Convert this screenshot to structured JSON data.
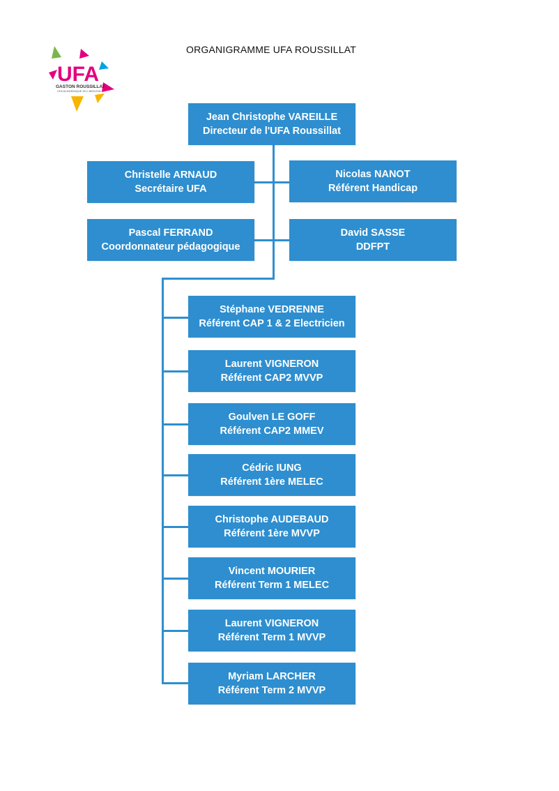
{
  "title": "ORGANIGRAMME UFA ROUSSILLAT",
  "logo": {
    "text_main": "UFA",
    "text_sub1": "GASTON ROUSSILLAT",
    "text_sub2": "CFA ACADÉMIQUE DU LIMOUSIN"
  },
  "colors": {
    "box": "#2e8ecf",
    "line": "#2e8ecf",
    "text": "#ffffff"
  },
  "director": {
    "name": "Jean Christophe VAREILLE",
    "role": "Directeur de l'UFA Roussillat"
  },
  "staff_left": [
    {
      "name": "Christelle ARNAUD",
      "role": "Secrétaire UFA"
    },
    {
      "name": "Pascal FERRAND",
      "role": "Coordonnateur pédagogique"
    }
  ],
  "staff_right": [
    {
      "name": "Nicolas NANOT",
      "role": "Référent Handicap"
    },
    {
      "name": "David SASSE",
      "role": "DDFPT"
    }
  ],
  "referents": [
    {
      "name": "Stéphane VEDRENNE",
      "role": "Référent CAP 1 & 2 Electricien"
    },
    {
      "name": "Laurent VIGNERON",
      "role": "Référent CAP2 MVVP"
    },
    {
      "name": "Goulven LE GOFF",
      "role": "Référent CAP2 MMEV"
    },
    {
      "name": "Cédric IUNG",
      "role": "Référent 1ère MELEC"
    },
    {
      "name": "Christophe AUDEBAUD",
      "role": "Référent 1ère MVVP"
    },
    {
      "name": "Vincent MOURIER",
      "role": "Référent Term 1 MELEC"
    },
    {
      "name": "Laurent VIGNERON",
      "role": "Référent Term 1 MVVP"
    },
    {
      "name": "Myriam LARCHER",
      "role": "Référent Term 2 MVVP"
    }
  ]
}
